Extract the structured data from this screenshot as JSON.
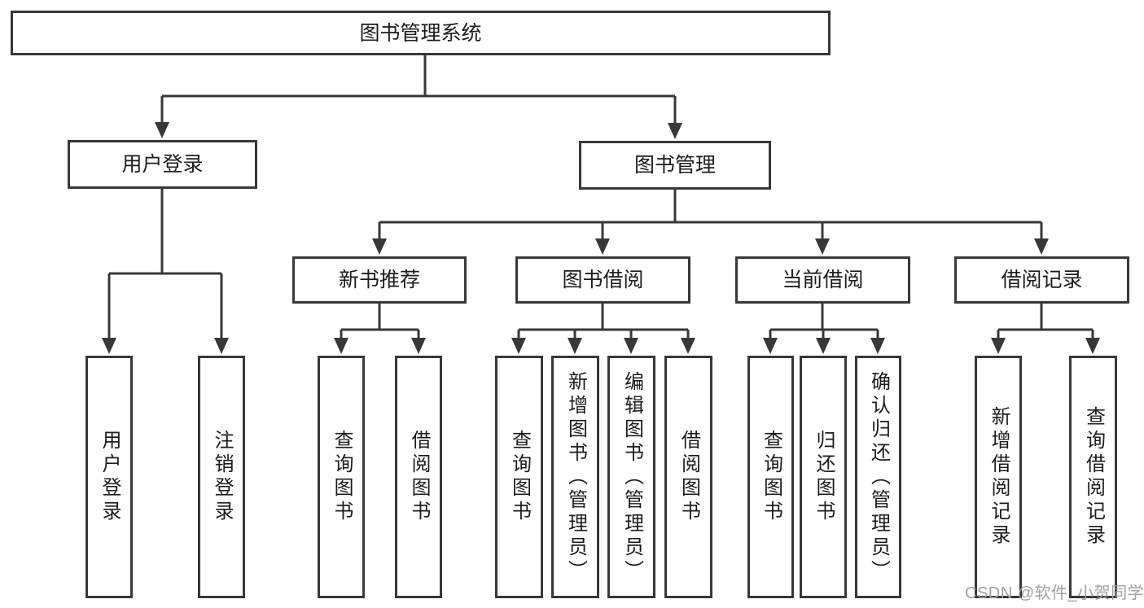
{
  "tree": {
    "root": "图书管理系统",
    "children": [
      {
        "label": "用户登录",
        "children": [
          {
            "label": "用户登录"
          },
          {
            "label": "注销登录"
          }
        ]
      },
      {
        "label": "图书管理",
        "children": [
          {
            "label": "新书推荐",
            "children": [
              {
                "label": "查询图书"
              },
              {
                "label": "借阅图书"
              }
            ]
          },
          {
            "label": "图书借阅",
            "children": [
              {
                "label": "查询图书"
              },
              {
                "label": "新增图书（管理员）"
              },
              {
                "label": "编辑图书（管理员）"
              },
              {
                "label": "借阅图书"
              }
            ]
          },
          {
            "label": "当前借阅",
            "children": [
              {
                "label": "查询图书"
              },
              {
                "label": "归还图书"
              },
              {
                "label": "确认归还（管理员）"
              }
            ]
          },
          {
            "label": "借阅记录",
            "children": [
              {
                "label": "新增借阅记录"
              },
              {
                "label": "查询借阅记录"
              }
            ]
          }
        ]
      }
    ]
  },
  "watermark": {
    "text": "CSDN @软件_小贺同学"
  },
  "colors": {
    "line": "#383838",
    "box_border": "#383838",
    "text": "#1c1c1c",
    "watermark": "#a0a0a0",
    "background": "#ffffff"
  }
}
